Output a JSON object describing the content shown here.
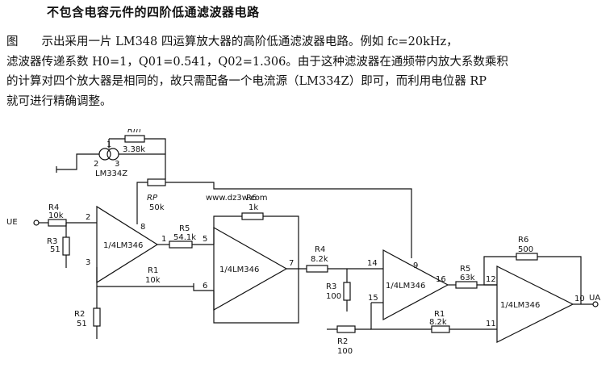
{
  "title": "不包含电容元件的四阶低通滤波器电路",
  "paragraph": {
    "line1": "图　　示出采用一片 LM348 四运算放大器的高阶低通滤波器电路。例如 fc=20kHz，",
    "line2": "滤波器传递系数 H0=1，Q01=0.541，Q02=1.306。由于这种滤波器在通频带内放大系数乘积",
    "line3": "的计算对四个放大器是相同的，故只需配备一个电流源（LM334Z）即可，而利用电位器 RP",
    "line4": "就可进行精确调整。"
  },
  "schematic": {
    "watermark": "www.dz3w.com",
    "input_label": "UE",
    "output_label": "UA",
    "current_source": {
      "name": "LM334Z",
      "pin1": "1",
      "pin2": "2",
      "pin3": "3"
    },
    "rm": {
      "name": "Rm",
      "value": "3.38k"
    },
    "rp": {
      "name": "RP",
      "value": "50k"
    },
    "opamp1": {
      "label": "1/4LM346",
      "pin_plus": "2",
      "pin_minus": "3",
      "pin_out": "1",
      "pin_set": "8"
    },
    "opamp2": {
      "label": "1/4LM346",
      "pin_plus": "5",
      "pin_minus": "6",
      "pin_out": "7"
    },
    "opamp3": {
      "label": "1/4LM346",
      "pin_plus": "14",
      "pin_minus": "15",
      "pin_out": "16",
      "pin_set": "9"
    },
    "opamp4": {
      "label": "1/4LM346",
      "pin_plus": "12",
      "pin_minus": "11",
      "pin_out": "10"
    },
    "stage1": {
      "r4": {
        "name": "R4",
        "value": "10k"
      },
      "r3": {
        "name": "R3",
        "value": "51"
      },
      "r1": {
        "name": "R1",
        "value": "10k"
      },
      "r2": {
        "name": "R2",
        "value": "51"
      },
      "r5": {
        "name": "R5",
        "value": "54.1k"
      },
      "r6": {
        "name": "R6",
        "value": "1k"
      }
    },
    "stage2": {
      "r4": {
        "name": "R4",
        "value": "8.2k"
      },
      "r3": {
        "name": "R3",
        "value": "100"
      },
      "r1": {
        "name": "R1",
        "value": "8.2k"
      },
      "r2": {
        "name": "R2",
        "value": "100"
      },
      "r5": {
        "name": "R5",
        "value": "63k"
      },
      "r6": {
        "name": "R6",
        "value": "500"
      }
    }
  }
}
